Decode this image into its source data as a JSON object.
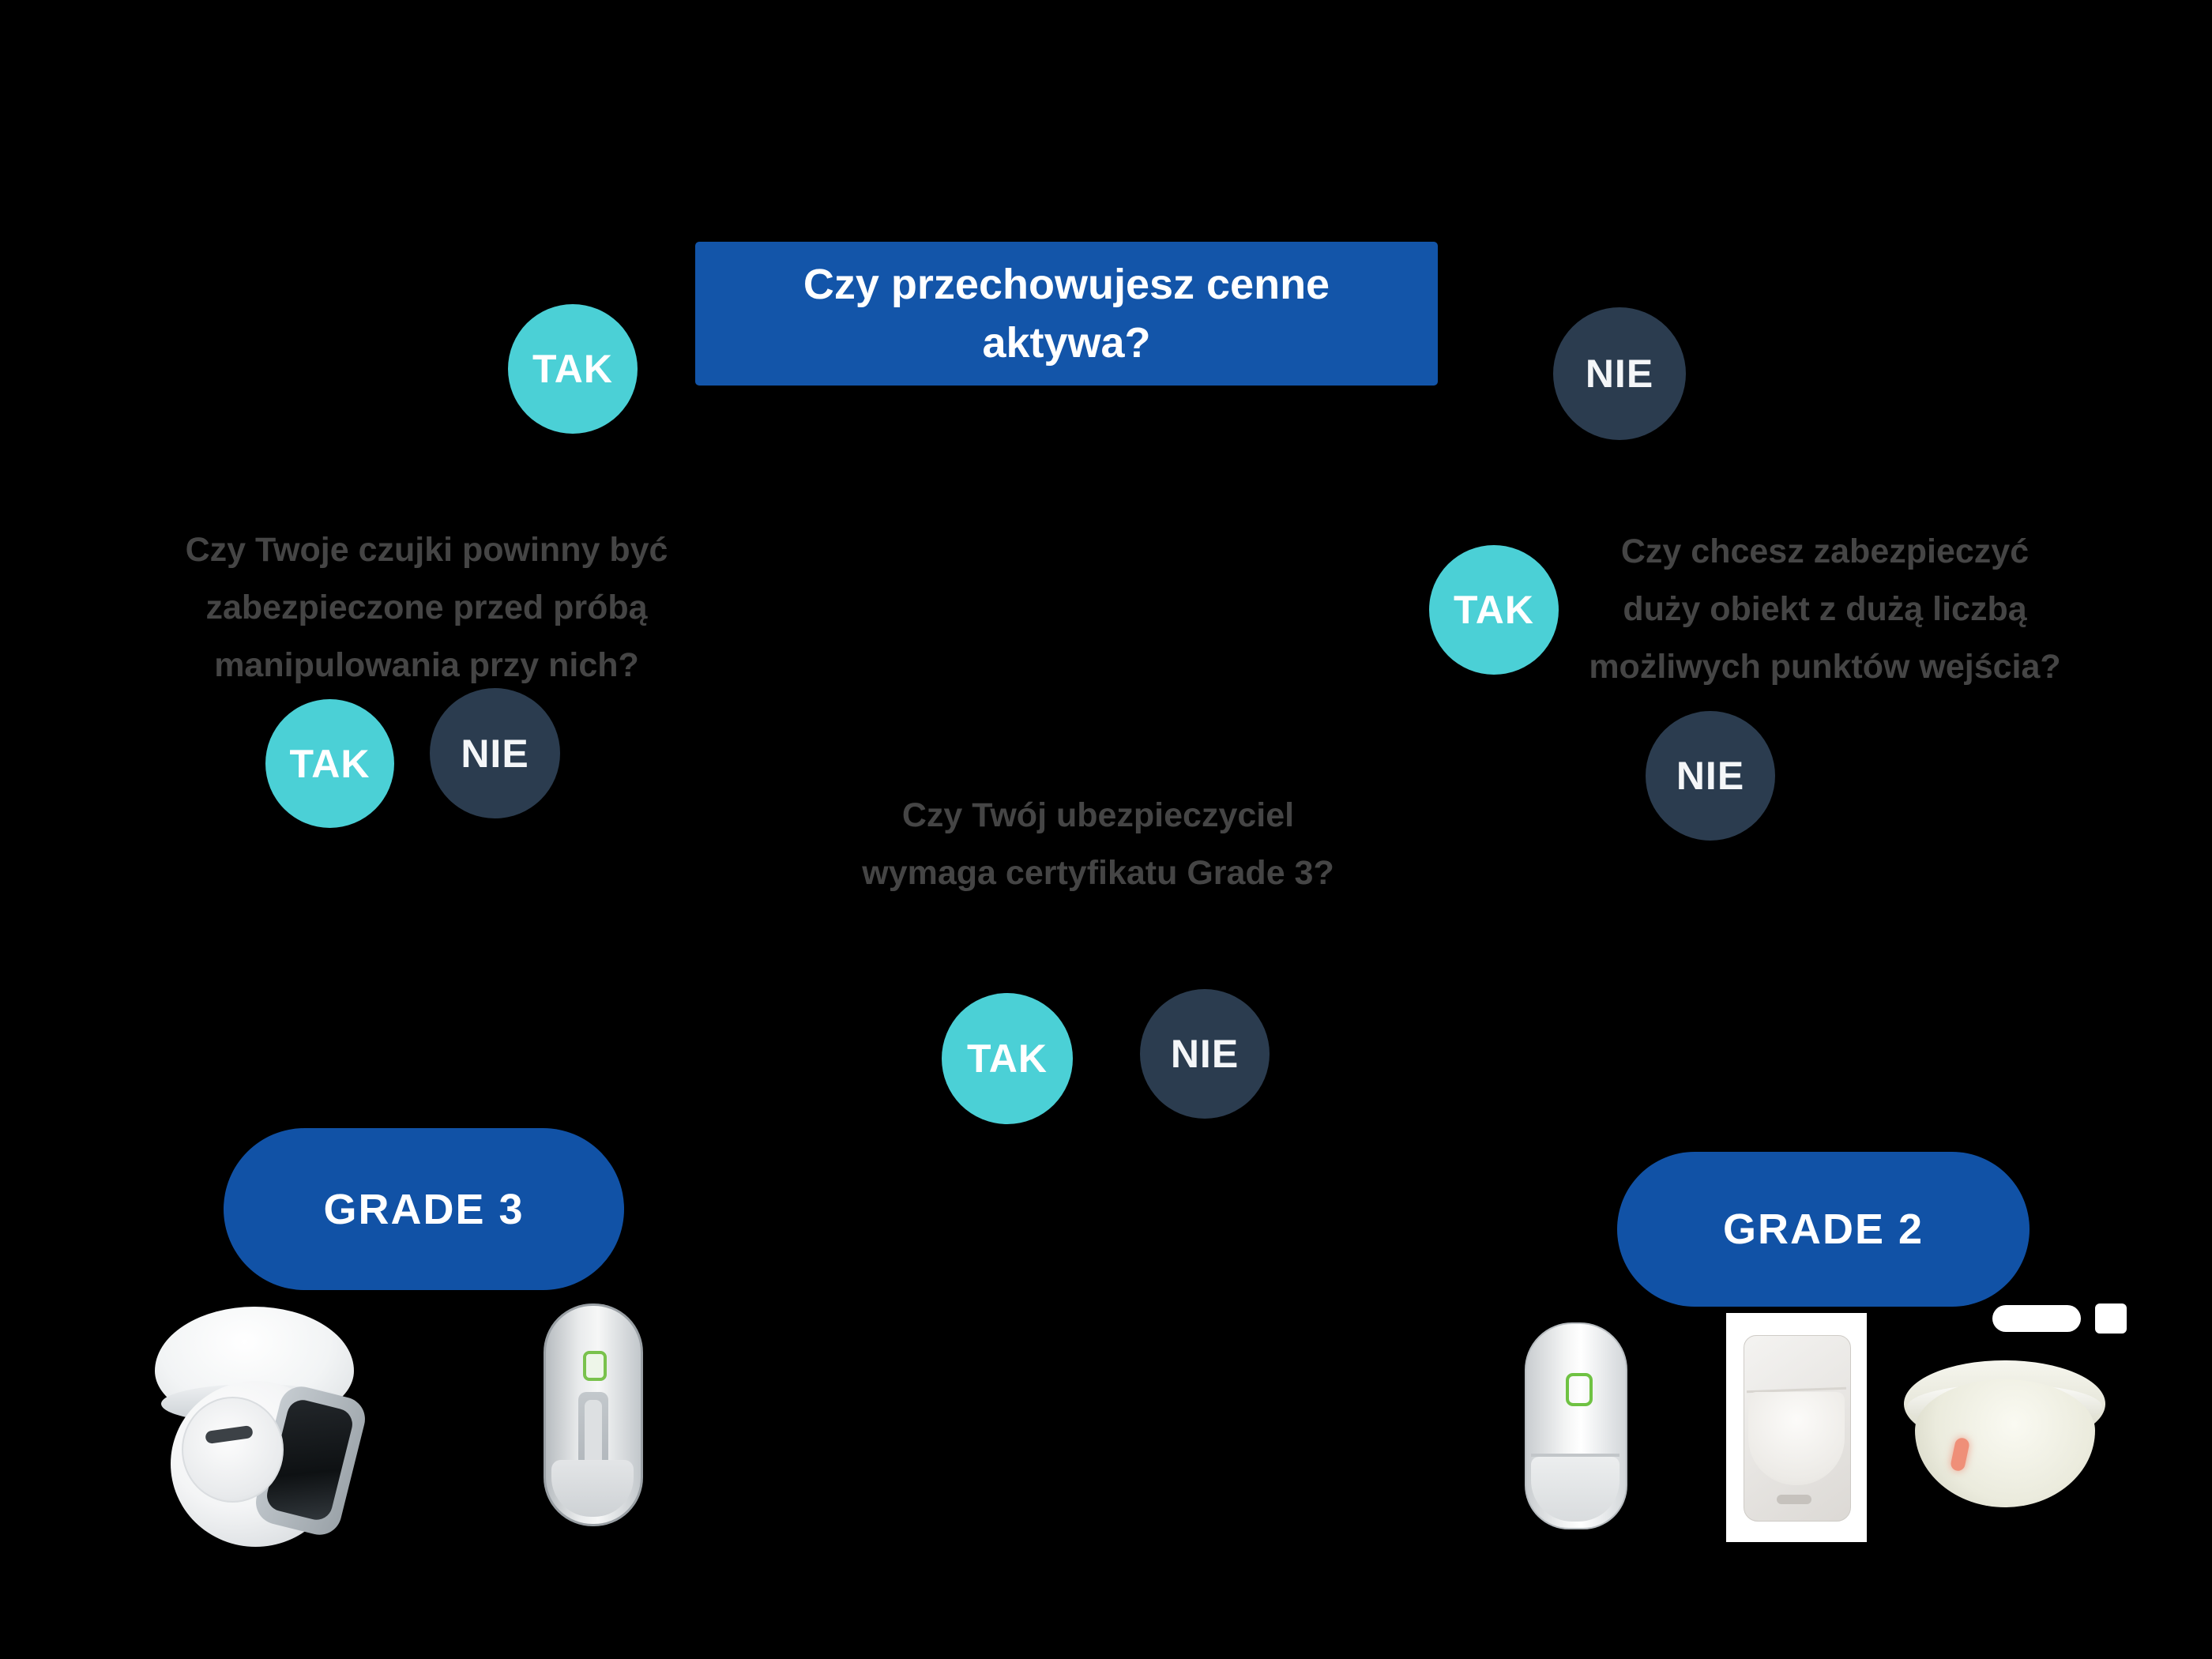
{
  "colors": {
    "background": "#000000",
    "question_box_blue": "#1355a9",
    "grade_pill_blue": "#1152a6",
    "yes_teal": "#4bd0d6",
    "no_navy": "#2b3c4f",
    "muted_question_text": "#454545",
    "text_white": "#ffffff"
  },
  "flowchart": {
    "answers": {
      "yes": "TAK",
      "no": "NIE"
    },
    "root_question": {
      "line1": "Czy przechowujesz cenne",
      "line2": "aktywa?"
    },
    "left_question": {
      "line1": "Czy Twoje czujki powinny być",
      "line2": "zabezpieczone przed próbą",
      "line3": "manipulowania przy nich?"
    },
    "right_question": {
      "line1": "Czy chcesz zabezpieczyć",
      "line2": "duży obiekt z dużą liczbą",
      "line3": "możliwych punktów wejścia?"
    },
    "middle_question": {
      "line1": "Czy Twój ubezpieczyciel",
      "line2": "wymaga certyfikatu Grade 3?"
    },
    "results": {
      "grade3": "GRADE 3",
      "grade2": "GRADE 2"
    }
  },
  "products": {
    "grade3": [
      {
        "icon": "ptz-dome-camera"
      },
      {
        "icon": "outdoor-curtain-detector"
      }
    ],
    "grade2": [
      {
        "icon": "wireless-curtain-detector"
      },
      {
        "icon": "pir-motion-detector"
      },
      {
        "icon": "ceiling-dome-detector"
      }
    ]
  }
}
